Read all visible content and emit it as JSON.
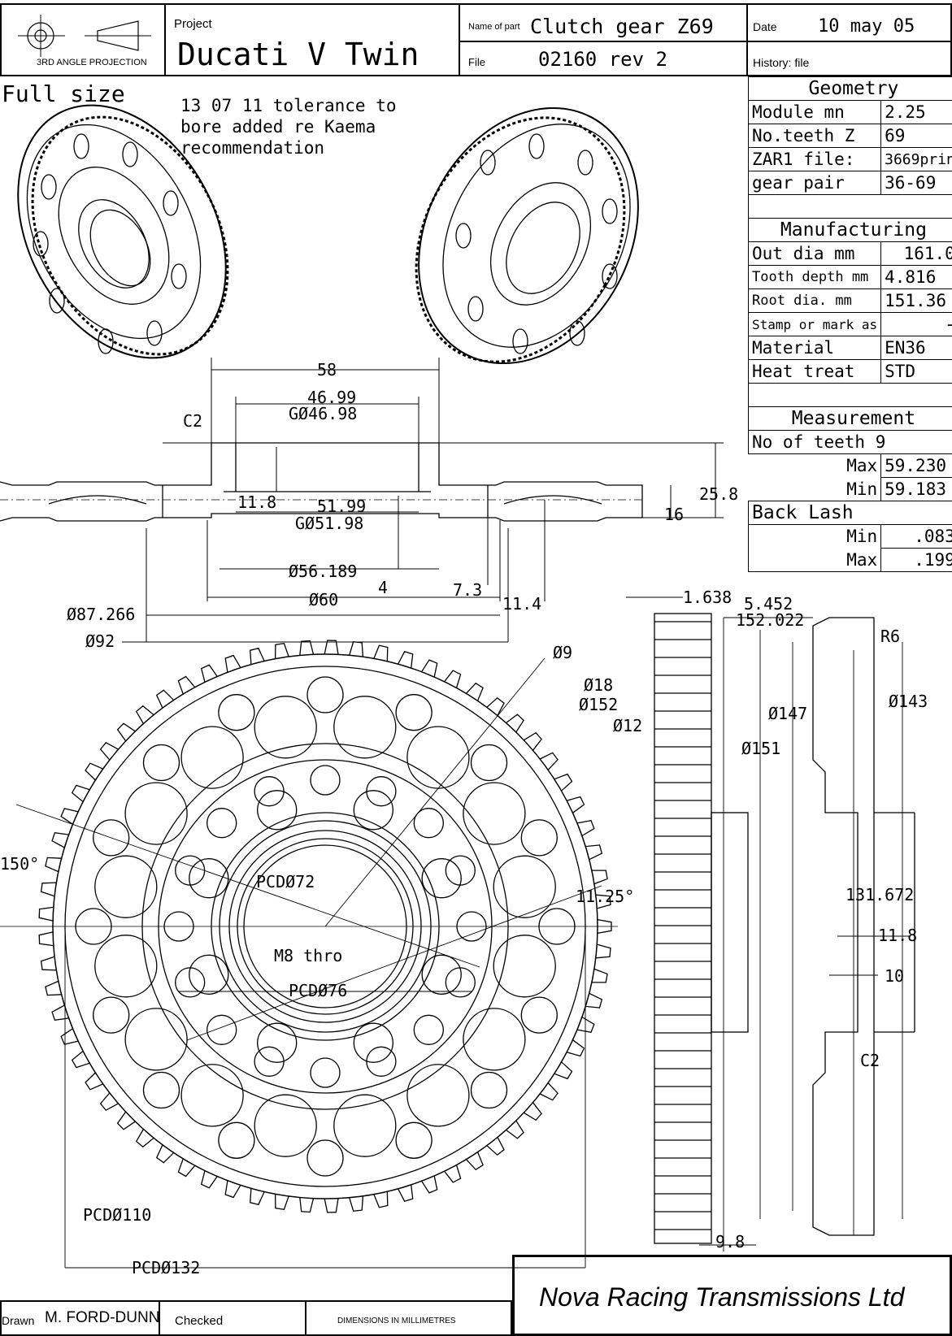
{
  "title_block": {
    "projection_label": "3RD ANGLE PROJECTION",
    "project_label": "Project",
    "project_value": "Ducati V Twin",
    "part_label": "Name of part",
    "part_value": "Clutch gear Z69",
    "file_label": "File",
    "file_value": "02160 rev 2",
    "date_label": "Date",
    "date_value": "10 may 05",
    "history_label": "History: file"
  },
  "notes": {
    "scale": "Full size",
    "line1": "13 07 11 tolerance to",
    "line2": "bore added re Kaema",
    "line3": "recommendation"
  },
  "geometry": {
    "header": "Geometry",
    "rows": [
      {
        "label": "Module  mn",
        "value": "2.25"
      },
      {
        "label": "No.teeth  Z",
        "value": "69"
      },
      {
        "label": "ZAR1 file:",
        "value": "3669prin"
      },
      {
        "label": "gear pair",
        "value": "36-69"
      }
    ]
  },
  "manufacturing": {
    "header": "Manufacturing",
    "rows": [
      {
        "label": "Out dia mm",
        "value": "161.0"
      },
      {
        "label": "Tooth depth  mm",
        "value": "4.816"
      },
      {
        "label": "Root dia. mm",
        "value": "151.36"
      },
      {
        "label": "Stamp or mark as",
        "value": "-"
      },
      {
        "label": "Material",
        "value": "EN36"
      },
      {
        "label": "Heat treat",
        "value": "STD"
      }
    ]
  },
  "measurement": {
    "header": "Measurement",
    "teeth": "No of teeth  9",
    "rows": [
      {
        "label": "Max",
        "value": "59.230"
      },
      {
        "label": "Min",
        "value": "59.183"
      }
    ]
  },
  "backlash": {
    "header": "Back Lash",
    "rows": [
      {
        "label": "Min",
        "value": ".083"
      },
      {
        "label": "Max",
        "value": ".199"
      }
    ]
  },
  "dims": {
    "d58": "58",
    "d4699": "46.99",
    "dg4698": "GØ46.98",
    "c2a": "C2",
    "d118": "11.8",
    "d5199": "51.99",
    "dg5198": "GØ51.98",
    "d258": "25.8",
    "d16": "16",
    "d56189": "Ø56.189",
    "d4": "4",
    "d73": "7.3",
    "d114": "11.4",
    "d60": "Ø60",
    "d87266": "Ø87.266",
    "d92": "Ø92",
    "d1638": "1.638",
    "d5452": "5.452",
    "d152022": "152.022",
    "r6": "R6",
    "d9": "Ø9",
    "d18": "Ø18",
    "d152": "Ø152",
    "d12": "Ø12",
    "d147": "Ø147",
    "d143": "Ø143",
    "d151": "Ø151",
    "a150": "150°",
    "pcd72": "PCDØ72",
    "a1125": "11.25°",
    "d131672": "131.672",
    "d118b": "11.8",
    "m8": "M8 thro",
    "pcd76": "PCDØ76",
    "d10": "10",
    "c2b": "C2",
    "pcd110": "PCDØ110",
    "d98": "9.8",
    "pcd132": "PCDØ132"
  },
  "footer": {
    "drawn_label": "Drawn",
    "drawn_value": "M. FORD-DUNN",
    "checked_label": "Checked",
    "units": "DIMENSIONS IN MILLIMETRES",
    "company": "Nova Racing Transmissions Ltd"
  }
}
